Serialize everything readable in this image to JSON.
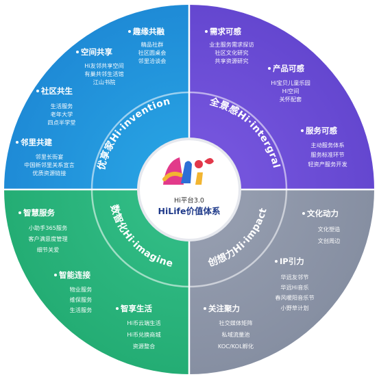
{
  "center": {
    "version": "Hi平台3.0",
    "title": "HiLife价值体系"
  },
  "ring_labels": {
    "top_left": "优享家Hi·invention",
    "top_right": "全景感Hi·intergral",
    "bottom_left": "数智化Hi·imagine",
    "bottom_right": "创想力Hi·impact"
  },
  "colors": {
    "top_left": "#1c8fd6",
    "top_right": "#6a4fd8",
    "bottom_left": "#2fb57a",
    "bottom_right": "#8d96a8"
  },
  "quadrants": {
    "top_left": [
      {
        "title": "趣缘共融",
        "items": [
          "精品社群",
          "社区圆桌会",
          "邻里洽谈会"
        ]
      },
      {
        "title": "空间共享",
        "items": [
          "Hi友邻共享空间",
          "有巢共邻生活馆",
          "江山书院"
        ]
      },
      {
        "title": "社区共生",
        "items": [
          "生活服务",
          "老年大学",
          "四点半学堂"
        ]
      },
      {
        "title": "邻里共建",
        "items": [
          "邻里长街宴",
          "中国新邻里关系宣言",
          "优质资源链接"
        ]
      }
    ],
    "top_right": [
      {
        "title": "需求可感",
        "items": [
          "业主服务需求探访",
          "社区文化研究",
          "共享资源研究"
        ]
      },
      {
        "title": "产品可感",
        "items": [
          "Hi宝贝儿童乐园",
          "Hi空间",
          "关怀配套"
        ]
      },
      {
        "title": "服务可感",
        "items": [
          "主动服务体系",
          "服务标准环节",
          "轻资产服务开发"
        ]
      }
    ],
    "bottom_left": [
      {
        "title": "智慧服务",
        "items": [
          "小助手365服务",
          "客户满意度管理",
          "细节关爱"
        ]
      },
      {
        "title": "智能连接",
        "items": [
          "物业服务",
          "维保服务",
          "生活服务"
        ]
      },
      {
        "title": "智享生活",
        "items": [
          "Hi币云端生活",
          "Hi币兑换商城",
          "资源整合"
        ]
      }
    ],
    "bottom_right": [
      {
        "title": "文化动力",
        "items": [
          "文化塑造",
          "文创周边"
        ]
      },
      {
        "title": "IP引力",
        "items": [
          "华远友邻节",
          "华远Hi音乐",
          "春风暖阳音乐节",
          "小野草计划"
        ]
      },
      {
        "title": "关注聚力",
        "items": [
          "社交媒体矩阵",
          "私域流量池",
          "KOC/KOL孵化"
        ]
      }
    ]
  }
}
